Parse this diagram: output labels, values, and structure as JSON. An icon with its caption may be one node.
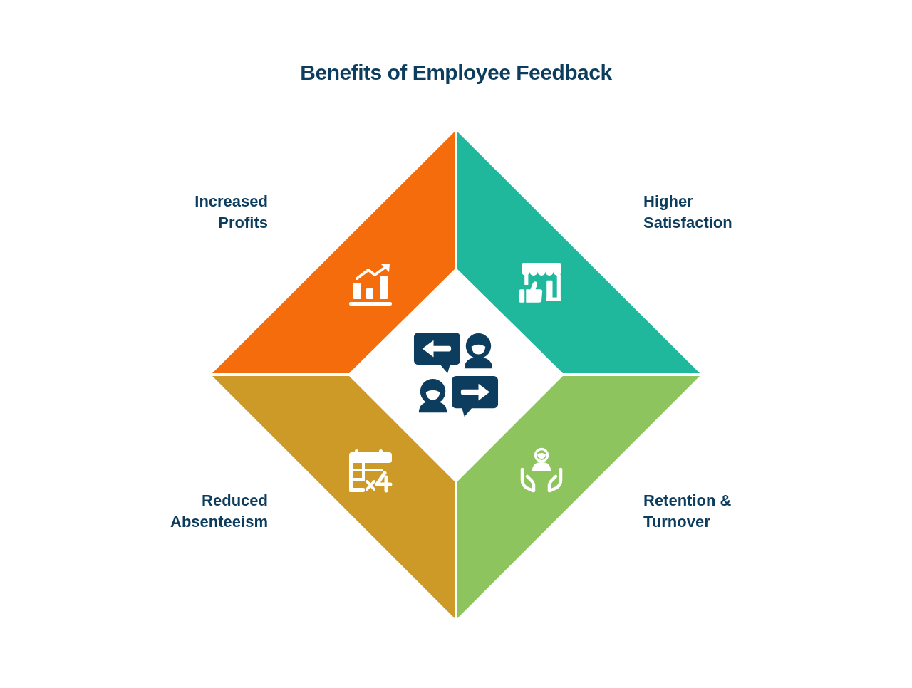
{
  "diagram": {
    "title": "Benefits of Employee Feedback",
    "nodes": [
      {
        "text": [
          "Increased Profits"
        ]
      },
      {
        "text": [
          "Higher Satisfaction"
        ]
      },
      {
        "text": [
          "Reduced Absenteeism"
        ]
      },
      {
        "text": [
          "Retention & Turnover"
        ]
      }
    ]
  }
}
